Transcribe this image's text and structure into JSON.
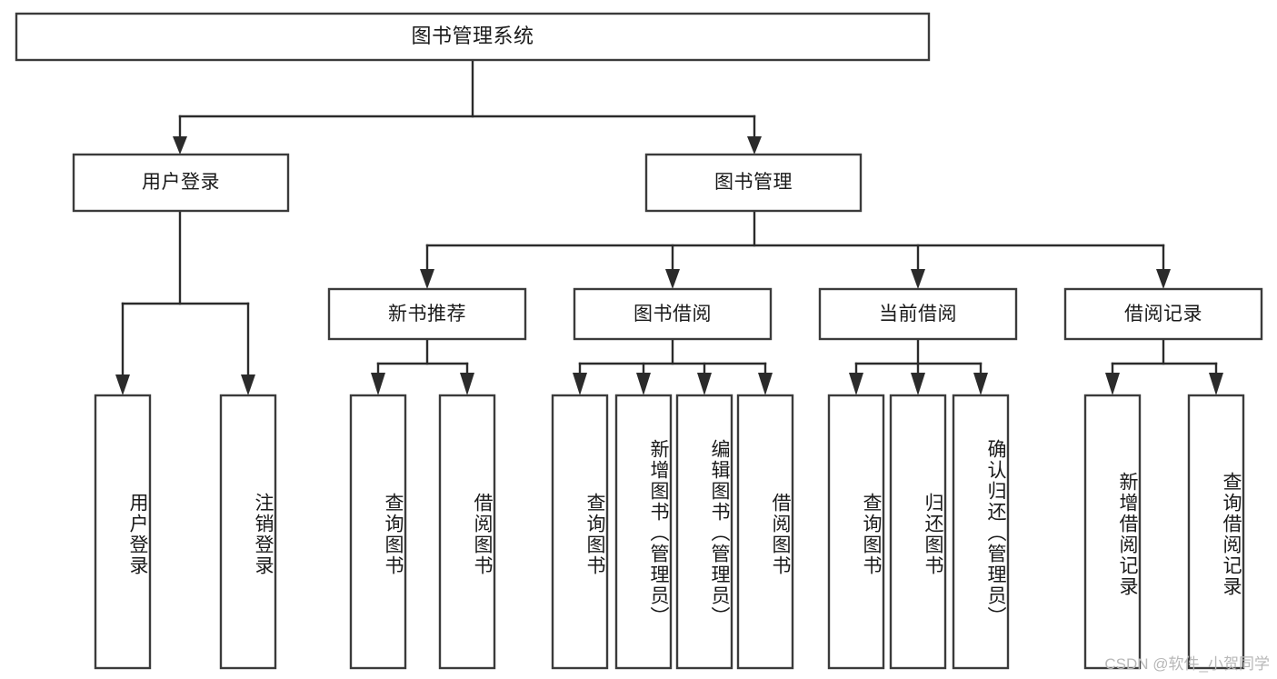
{
  "diagram": {
    "type": "tree",
    "title": "图书管理系统",
    "watermark": "CSDN @软件_小贺同学",
    "colors": {
      "box_stroke": "#3b3b3b",
      "box_fill": "#ffffff",
      "connector": "#2b2b2b",
      "text": "#1a1a1a",
      "watermark": "#b8b8b8",
      "background": "#ffffff"
    },
    "root": {
      "label": "图书管理系统"
    },
    "level2": [
      {
        "label": "用户登录"
      },
      {
        "label": "图书管理"
      }
    ],
    "level3": [
      {
        "label": "新书推荐"
      },
      {
        "label": "图书借阅"
      },
      {
        "label": "当前借阅"
      },
      {
        "label": "借阅记录"
      }
    ],
    "leaves": {
      "user_login": [
        {
          "label": "用户登录"
        },
        {
          "label": "注销登录"
        }
      ],
      "new_book": [
        {
          "label": "查询图书"
        },
        {
          "label": "借阅图书"
        }
      ],
      "book_borrow": [
        {
          "label": "查询图书"
        },
        {
          "label": "新增图书（管理员）"
        },
        {
          "label": "编辑图书（管理员）"
        },
        {
          "label": "借阅图书"
        }
      ],
      "current_borrow": [
        {
          "label": "查询图书"
        },
        {
          "label": "归还图书"
        },
        {
          "label": "确认归还（管理员）"
        }
      ],
      "borrow_record": [
        {
          "label": "新增借阅记录"
        },
        {
          "label": "查询借阅记录"
        }
      ]
    }
  }
}
